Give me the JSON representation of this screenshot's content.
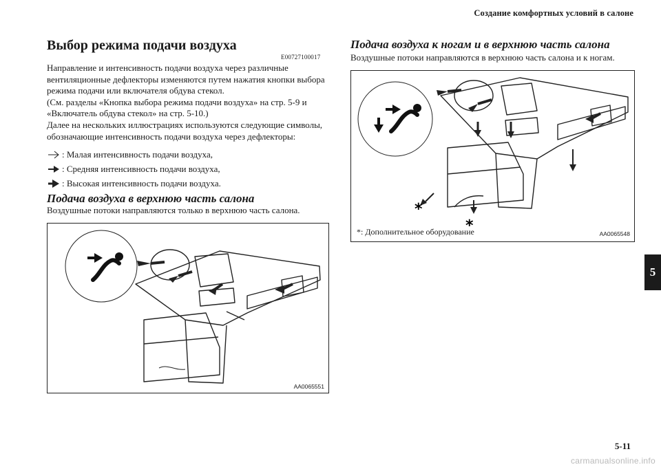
{
  "running_header": "Создание комфортных условий в салоне",
  "main_section": {
    "title": "Выбор режима подачи воздуха",
    "code": "E00727100017",
    "paragraphs": [
      "Направление и интенсивность подачи воздуха через различные вентиляционные дефлекторы изменяются путем нажатия кнопки выбора режима подачи или включателя обдува стекол.",
      "(См. разделы «Кнопка выбора режима подачи воздуха» на стр. 5-9 и «Включатель обдува стекол» на стр. 5-10.)",
      "Далее на нескольких иллюстрациях используются следующие символы, обозначающие интенсивность подачи воздуха через дефлекторы:"
    ],
    "legend": [
      {
        "icon": "arrow-low-intensity-icon",
        "text": ": Малая интенсивность подачи воздуха,"
      },
      {
        "icon": "arrow-medium-intensity-icon",
        "text": ": Средняя интенсивность подачи воздуха,"
      },
      {
        "icon": "arrow-high-intensity-icon",
        "text": ": Высокая интенсивность подачи воздуха."
      }
    ]
  },
  "upper_section": {
    "title": "Подача воздуха в верхнюю часть салона",
    "text": "Воздушные потоки направляются только в верхнюю часть салона.",
    "figure_code": "AA0065551"
  },
  "bilevel_section": {
    "title": "Подача воздуха к ногам и в верхнюю часть салона",
    "text": "Воздушные потоки направляются в верхнюю часть салона и к ногам.",
    "figure_code": "AA0065548",
    "footnote": "*: Дополнительное оборудование"
  },
  "chapter_tab": "5",
  "page_number": "5-11",
  "watermark": "carmanualsonline.info"
}
